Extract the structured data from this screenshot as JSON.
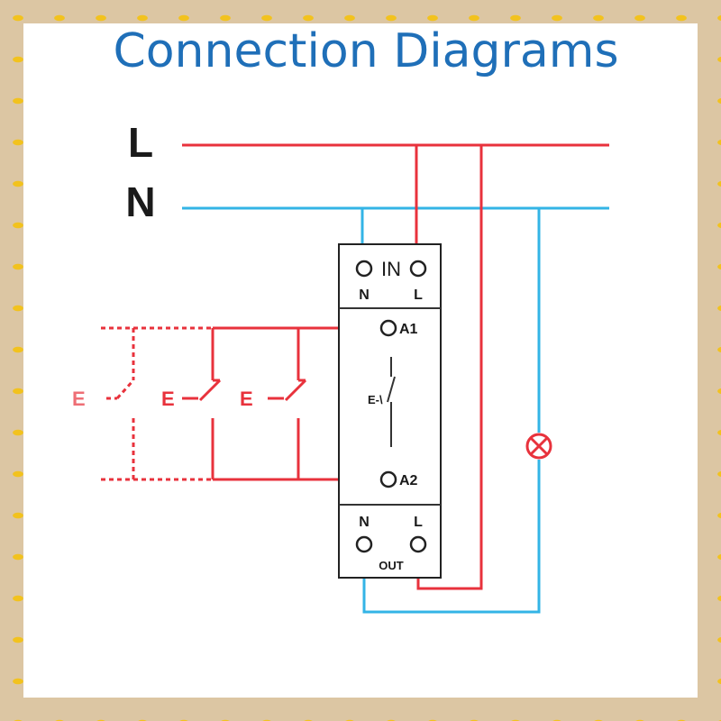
{
  "title": "Connection Diagrams",
  "bus": {
    "line_label": "L",
    "neutral_label": "N"
  },
  "module": {
    "input_label": "IN",
    "input_n": "N",
    "input_l": "L",
    "coil_a1": "A1",
    "coil_a2": "A2",
    "coil_symbol": "E-\\",
    "output_n": "N",
    "output_l": "L",
    "output_label": "OUT"
  },
  "switches": [
    "E",
    "E",
    "E"
  ],
  "colors": {
    "line": "#e8323c",
    "neutral": "#33b4e6",
    "title": "#1f6fb8"
  },
  "icons": [
    "lamp-icon",
    "push-button-switch-icon"
  ]
}
